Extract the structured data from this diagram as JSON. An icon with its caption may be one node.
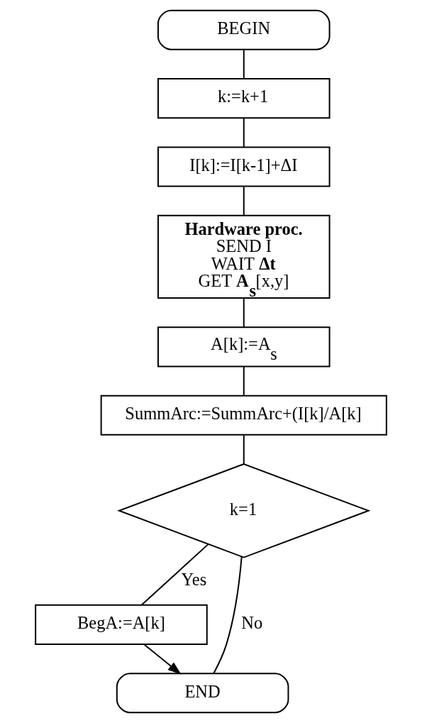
{
  "diagram": {
    "nodes": [
      {
        "text": [
          "BEGIN"
        ]
      },
      {
        "text": [
          "k:=k+1"
        ]
      },
      {
        "text": [
          "I[k]:=I[k-1]+ΔI"
        ]
      },
      {
        "text": [
          "Hardware proc.",
          "SEND I",
          "WAIT **Δt**",
          "GET **A$_{s}$**[x,y]"
        ]
      },
      {
        "text": [
          "A[k]:=A$_{s}$"
        ]
      },
      {
        "text": [
          "SummArc:=SummArc+(I[k]/A[k]"
        ]
      },
      {
        "text": [
          "k=1"
        ]
      },
      {
        "text": [
          "BegA:=A[k]"
        ]
      },
      {
        "text": [
          "END"
        ]
      }
    ],
    "edges": [
      {
        "from": 0,
        "to": 1,
        "arrow": "none"
      },
      {
        "from": 1,
        "to": 2,
        "arrow": "none"
      },
      {
        "from": 2,
        "to": 3,
        "arrow": "none"
      },
      {
        "from": 3,
        "to": 4,
        "arrow": "none"
      },
      {
        "from": 4,
        "to": 5,
        "arrow": "none"
      },
      {
        "from": 5,
        "to": 6,
        "arrow": "none"
      },
      {
        "from": 6,
        "to": 7,
        "arrow": "none",
        "label": "Yes"
      },
      {
        "from": 6,
        "to": 8,
        "arrow": "none",
        "label": "No"
      },
      {
        "from": 7,
        "to": 8,
        "arrow": "to"
      }
    ]
  }
}
